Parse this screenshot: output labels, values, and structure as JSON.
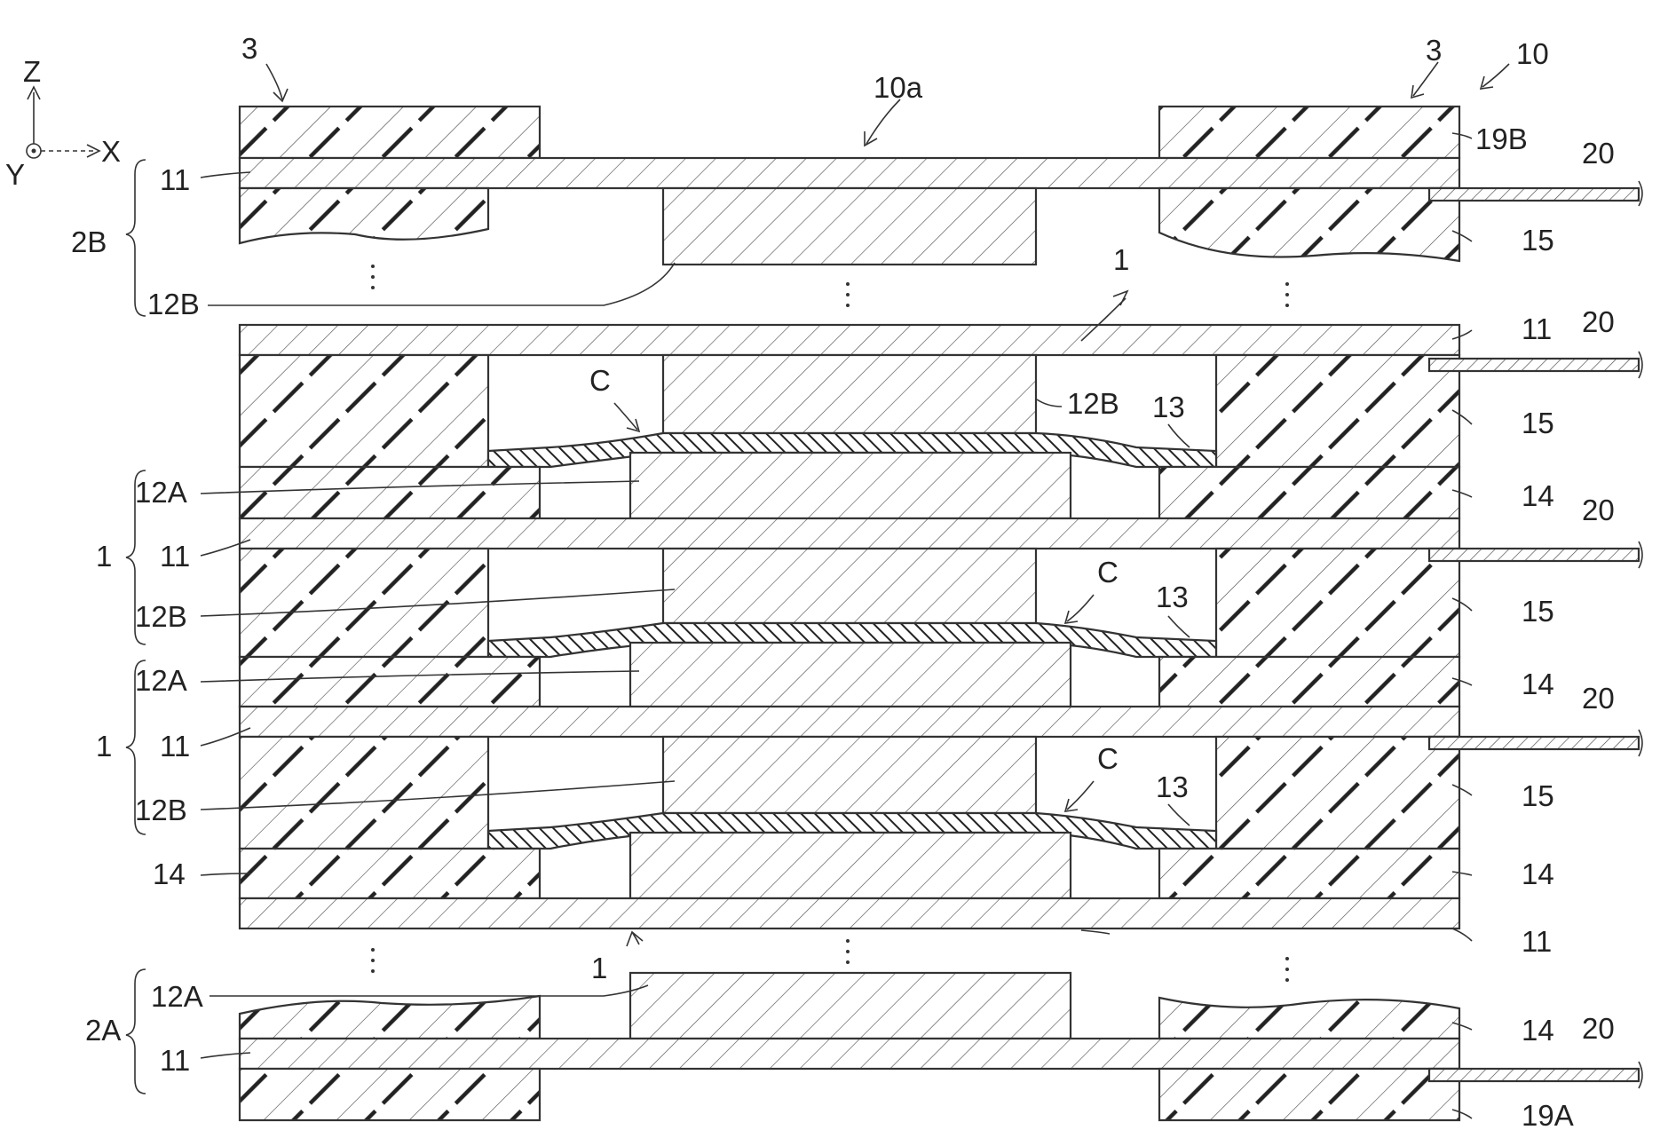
{
  "axes": {
    "z": "Z",
    "x": "X",
    "y": "Y"
  },
  "labels": {
    "ref3_left": "3",
    "ref3_right": "3",
    "ref10": "10",
    "ref10a": "10a",
    "ref19B": "19B",
    "ref19A": "19A",
    "ref2B": "2B",
    "ref2A": "2A",
    "ref1_top": "1",
    "ref1_bottom": "1",
    "bracket1_a": "1",
    "bracket1_b": "1",
    "n11": "11",
    "n12A": "12A",
    "n12B": "12B",
    "n13": "13",
    "n14": "14",
    "n15": "15",
    "n20": "20",
    "c": "C"
  },
  "colors": {
    "ink": "#333333",
    "hatch": "#555555",
    "background": "#ffffff"
  }
}
